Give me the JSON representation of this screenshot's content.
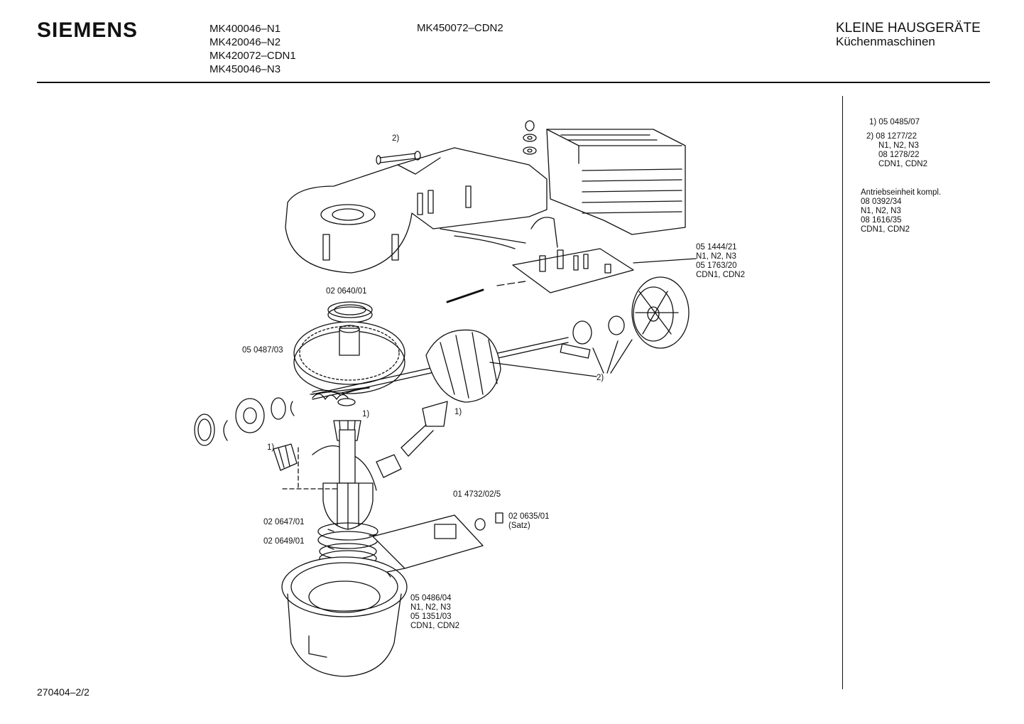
{
  "header": {
    "brand": "SIEMENS",
    "models": [
      "MK400046–N1",
      "MK420046–N2",
      "MK420072–CDN1",
      "MK450046–N3"
    ],
    "model_extra": "MK450072–CDN2",
    "category": "KLEINE HAUSGERÄTE",
    "subcategory": "Küchenmaschinen"
  },
  "labels": {
    "ref2_top": "2)",
    "pcb_1": "05 1444/21",
    "pcb_2": "N1, N2, N3",
    "pcb_3": "05 1763/20",
    "pcb_4": "CDN1, CDN2",
    "bearing": "02 0640/01",
    "gear": "05 0487/03",
    "ref2_shaft": "2)",
    "ref1_a": "1)",
    "ref1_b": "1)",
    "ref1_c": "1)",
    "brush_holder": "01 4732/02/5",
    "brushes_1": "02 0635/01",
    "brushes_2": "(Satz)",
    "ring1": "02 0647/01",
    "ring2": "02 0649/01",
    "stator_1": "05 0486/04",
    "stator_2": "N1, N2, N3",
    "stator_3": "05 1351/03",
    "stator_4": "CDN1, CDN2"
  },
  "notes": {
    "n1": "1) 05 0485/07",
    "n2a": "2) 08 1277/22",
    "n2b": "N1, N2, N3",
    "n2c": "08 1278/22",
    "n2d": "CDN1, CDN2",
    "drive_title": "Antriebseinheit kompl.",
    "drive_1": "08 0392/34",
    "drive_2": "N1, N2, N3",
    "drive_3": "08 1616/35",
    "drive_4": "CDN1, CDN2"
  },
  "footer": {
    "code": "270404–2/2"
  }
}
